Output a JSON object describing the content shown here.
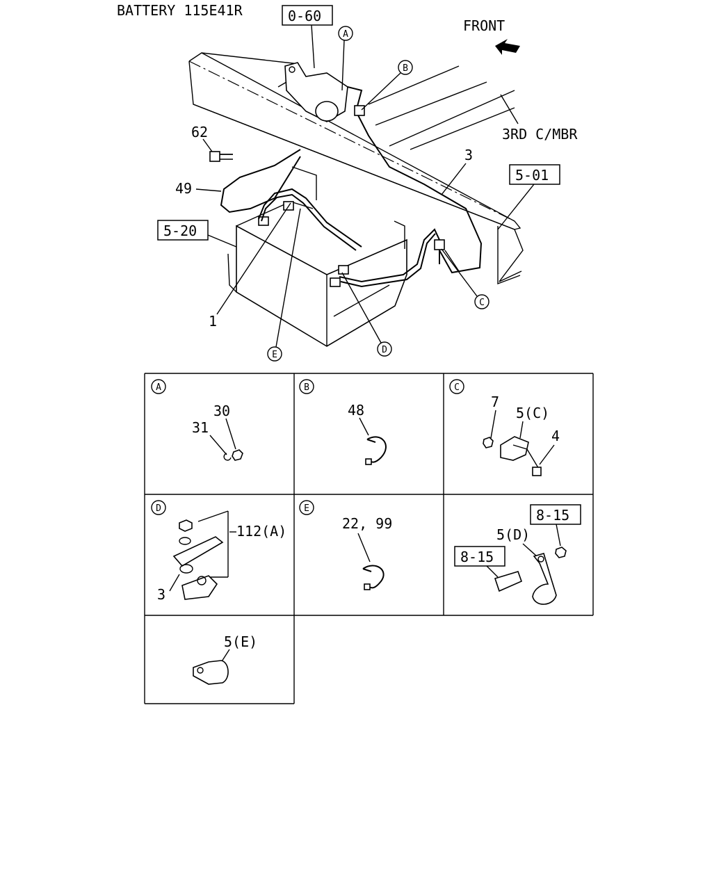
{
  "title": "BATTERY 115E41R",
  "front_label": "FRONT",
  "third_member_label": "3RD C/MBR",
  "boxed_refs": {
    "ref_0_60": "0-60",
    "ref_5_01": "5-01",
    "ref_5_20": "5-20",
    "ref_8_15_upper": "8-15",
    "ref_8_15_lower": "8-15"
  },
  "callouts": {
    "main": [
      "A",
      "B",
      "C",
      "D",
      "E"
    ],
    "panels": [
      "A",
      "B",
      "C",
      "D",
      "E"
    ]
  },
  "part_numbers": {
    "p62": "62",
    "p49": "49",
    "p3_main": "3",
    "p1": "1",
    "pA_30": "30",
    "pA_31": "31",
    "pB_48": "48",
    "pC_7": "7",
    "pC_5C": "5(C)",
    "pC_4": "4",
    "pD_112A": "112(A)",
    "pD_3": "3",
    "pE_2299": "22, 99",
    "pF_5D": "5(D)",
    "pG_5E": "5(E)"
  }
}
